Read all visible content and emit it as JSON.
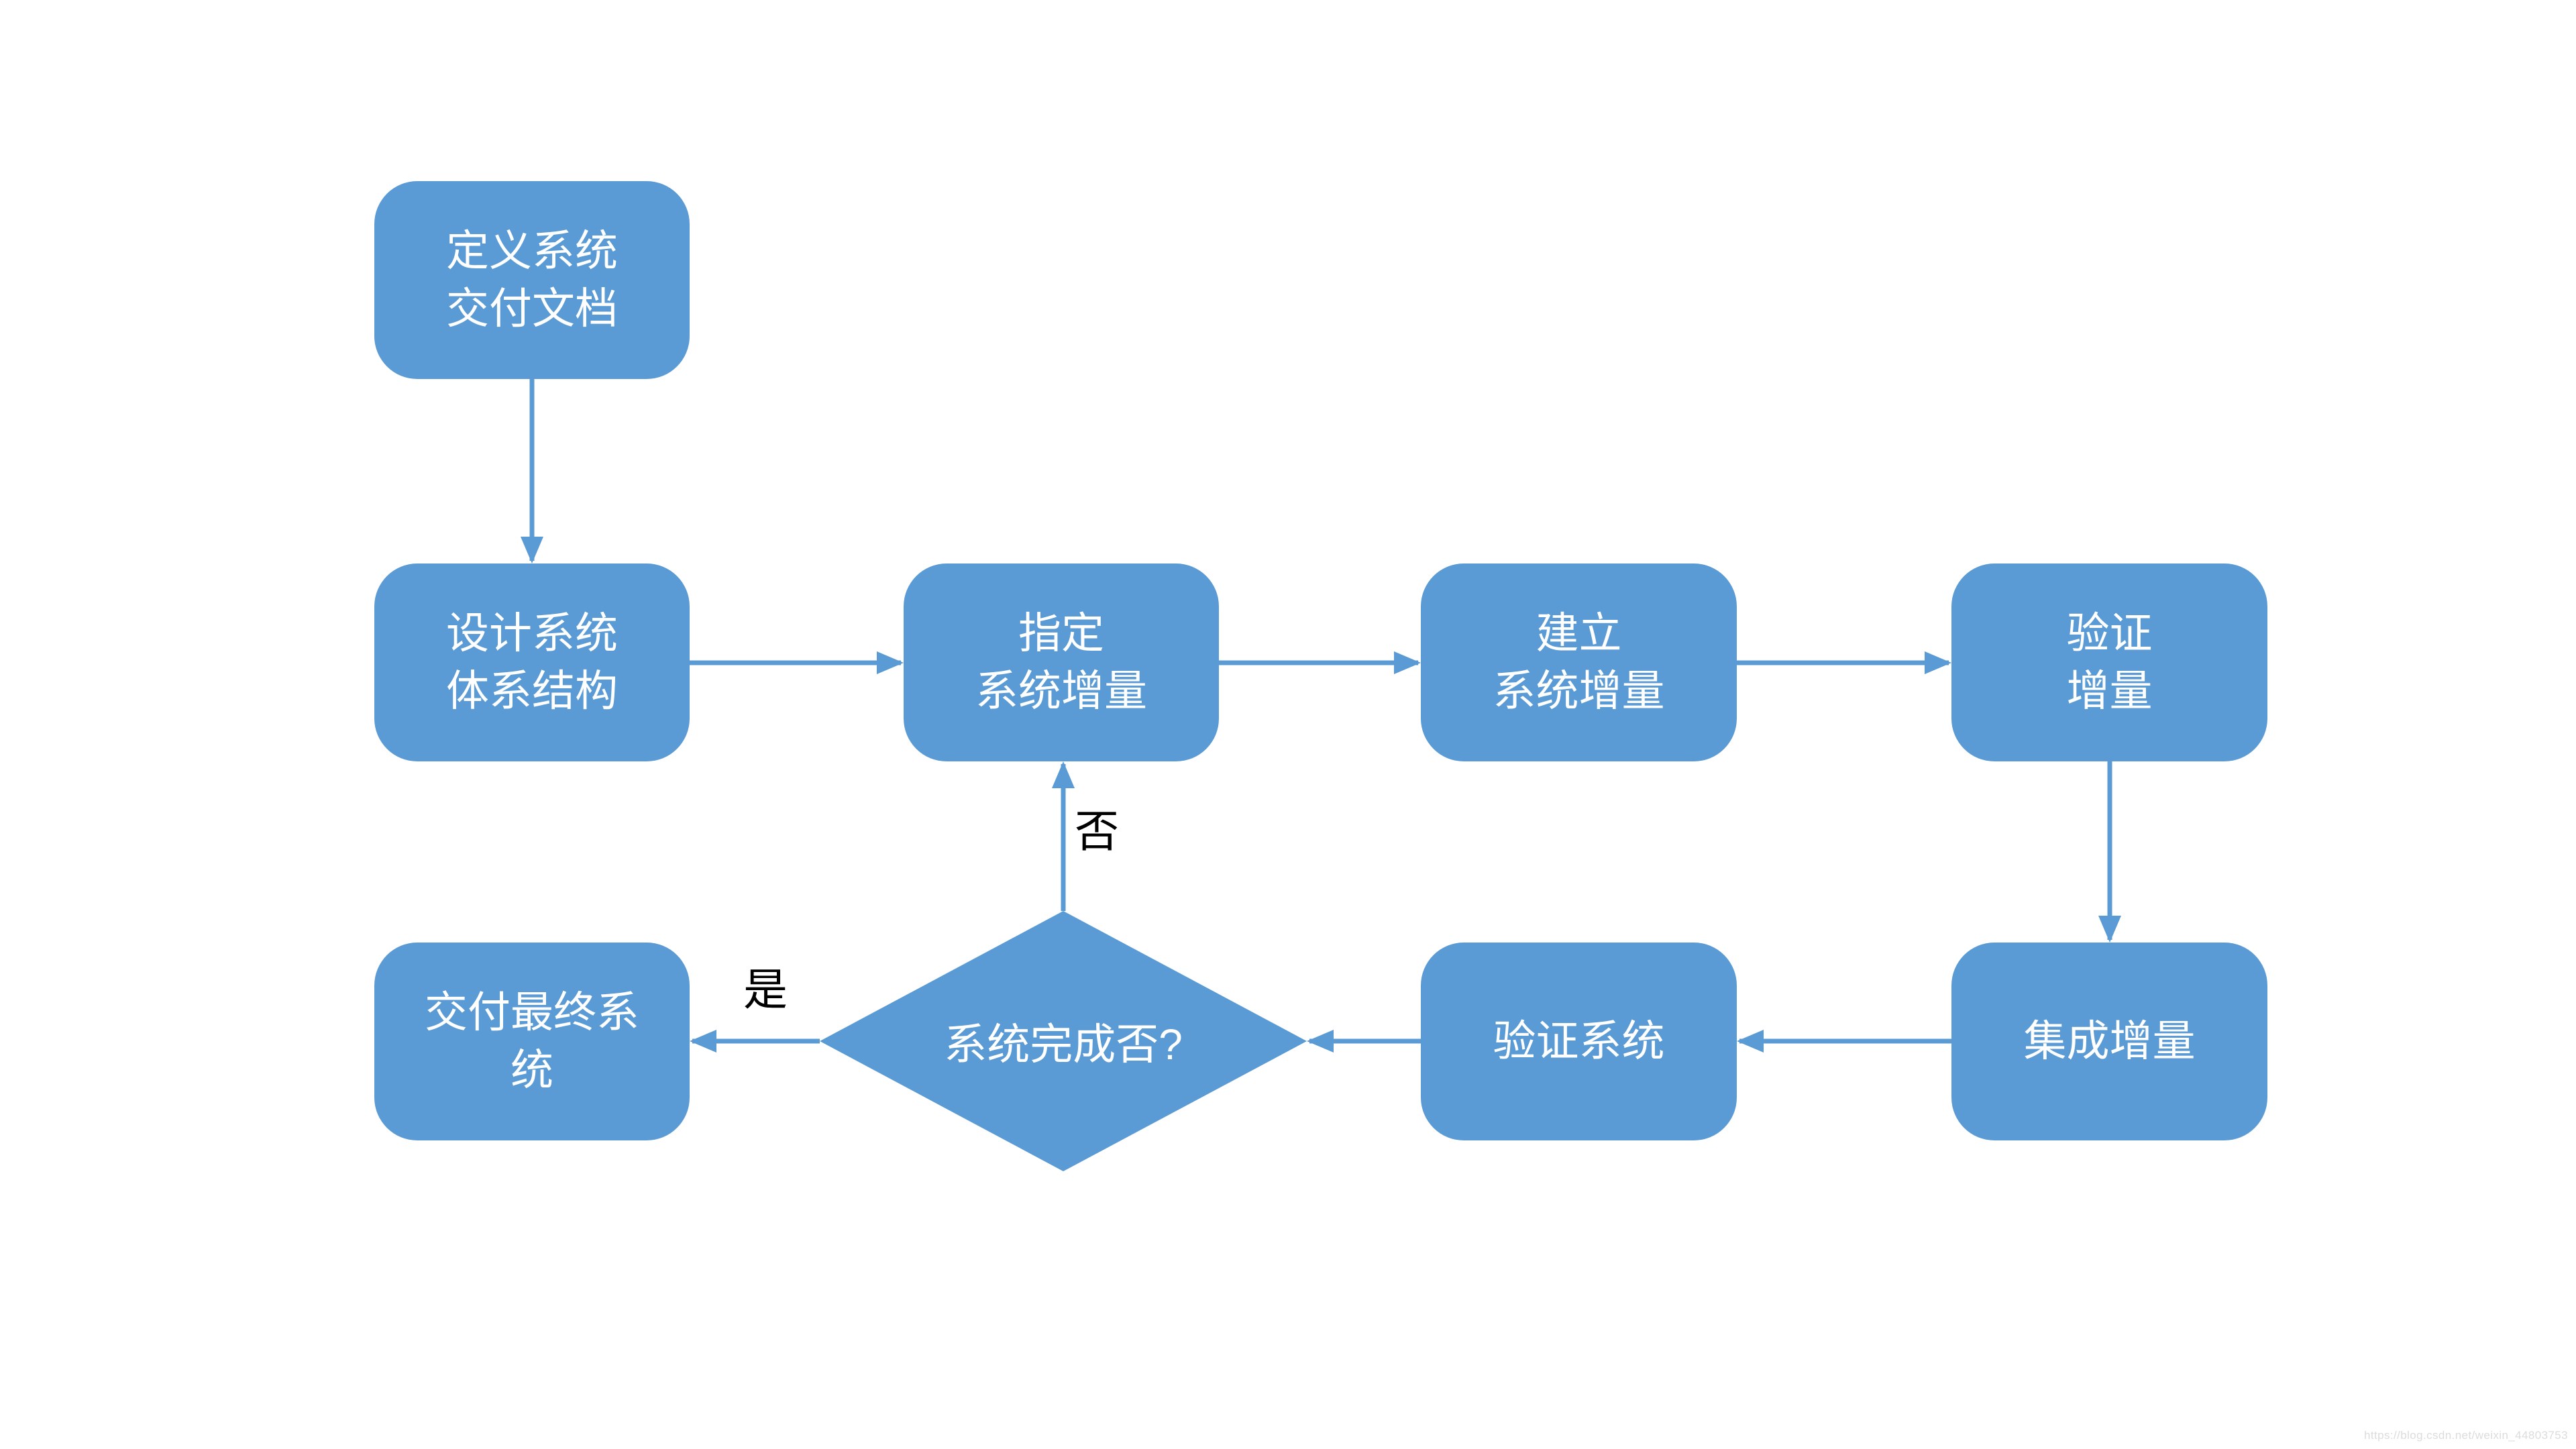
{
  "diagram": {
    "colors": {
      "background": "#ffffff",
      "accent": "#5b9bd5",
      "node_text": "#ffffff",
      "edge_label": "#000000",
      "watermark": "#dcdcdc"
    },
    "nodes": [
      {
        "id": "define-delivery-docs",
        "label": "定义系统\n交付文档"
      },
      {
        "id": "design-architecture",
        "label": "设计系统\n体系结构"
      },
      {
        "id": "specify-increment",
        "label": "指定\n系统增量"
      },
      {
        "id": "build-increment",
        "label": "建立\n系统增量"
      },
      {
        "id": "verify-increment",
        "label": "验证\n增量"
      },
      {
        "id": "integrate-increment",
        "label": "集成增量"
      },
      {
        "id": "verify-system",
        "label": "验证系统"
      },
      {
        "id": "deliver-final-system",
        "label": "交付最终系\n统"
      }
    ],
    "decision": {
      "label": "系统完成否?"
    },
    "edge_labels": {
      "no": "否",
      "yes": "是"
    },
    "edges": [
      {
        "from": "define-delivery-docs",
        "to": "design-architecture",
        "label": ""
      },
      {
        "from": "design-architecture",
        "to": "specify-increment",
        "label": ""
      },
      {
        "from": "specify-increment",
        "to": "build-increment",
        "label": ""
      },
      {
        "from": "build-increment",
        "to": "verify-increment",
        "label": ""
      },
      {
        "from": "verify-increment",
        "to": "integrate-increment",
        "label": ""
      },
      {
        "from": "integrate-increment",
        "to": "verify-system",
        "label": ""
      },
      {
        "from": "verify-system",
        "to": "decision",
        "label": ""
      },
      {
        "from": "decision",
        "to": "specify-increment",
        "label": "否"
      },
      {
        "from": "decision",
        "to": "deliver-final-system",
        "label": "是"
      }
    ],
    "watermark": "https://blog.csdn.net/weixin_44803753"
  }
}
